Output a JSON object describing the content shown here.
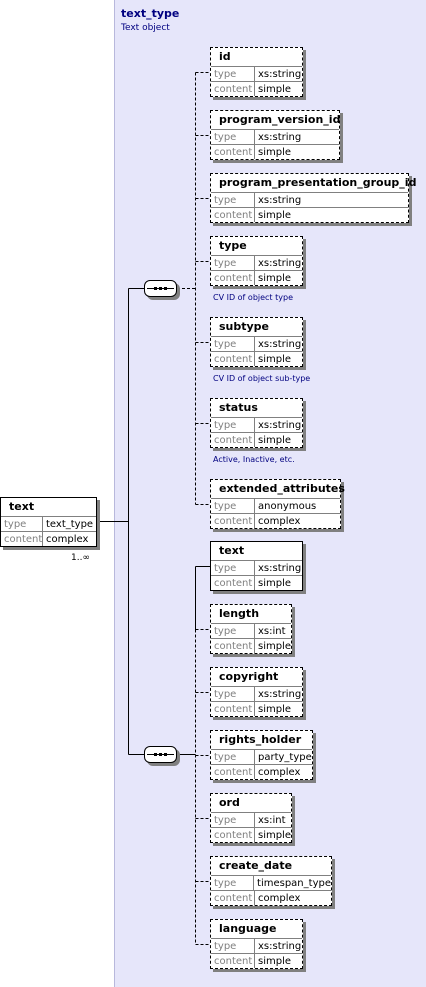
{
  "type": {
    "title": "text_type",
    "description": "Text object"
  },
  "root": {
    "name": "text",
    "type": "text_type",
    "content": "complex",
    "multiplicity": "1..∞"
  },
  "labels": {
    "type": "type",
    "content": "content"
  },
  "sequence1": [
    {
      "name": "id",
      "type": "xs:string",
      "content": "simple",
      "annotation": ""
    },
    {
      "name": "program_version_id",
      "type": "xs:string",
      "content": "simple",
      "annotation": ""
    },
    {
      "name": "program_presentation_group_id",
      "type": "xs:string",
      "content": "simple",
      "annotation": ""
    },
    {
      "name": "type",
      "type": "xs:string",
      "content": "simple",
      "annotation": "CV ID of object type"
    },
    {
      "name": "subtype",
      "type": "xs:string",
      "content": "simple",
      "annotation": "CV ID of object sub-type"
    },
    {
      "name": "status",
      "type": "xs:string",
      "content": "simple",
      "annotation": "Active, Inactive, etc."
    },
    {
      "name": "extended_attributes",
      "type": "anonymous",
      "content": "complex",
      "annotation": ""
    }
  ],
  "sequence2": [
    {
      "name": "text",
      "type": "xs:string",
      "content": "simple",
      "required": true
    },
    {
      "name": "length",
      "type": "xs:int",
      "content": "simple",
      "required": false
    },
    {
      "name": "copyright",
      "type": "xs:string",
      "content": "simple",
      "required": false
    },
    {
      "name": "rights_holder",
      "type": "party_type",
      "content": "complex",
      "required": false
    },
    {
      "name": "ord",
      "type": "xs:int",
      "content": "simple",
      "required": false
    },
    {
      "name": "create_date",
      "type": "timespan_type",
      "content": "complex",
      "required": false
    },
    {
      "name": "language",
      "type": "xs:string",
      "content": "simple",
      "required": false
    }
  ],
  "colors": {
    "panel": "#e6e6fa",
    "title": "#000080",
    "shadow": "#808080"
  }
}
